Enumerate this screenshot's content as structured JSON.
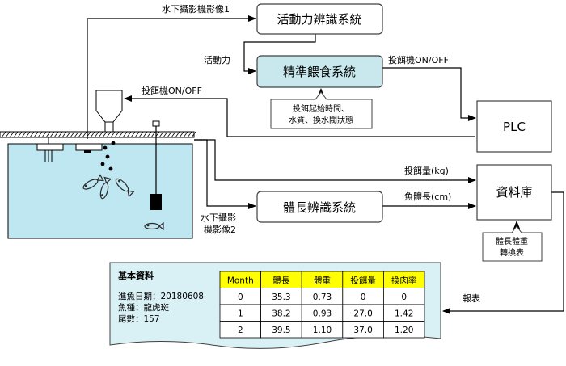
{
  "colors": {
    "water": "#bfe7f2",
    "feeder_box": "#c8e8ee",
    "table_header": "#ffff00",
    "report_card": "#d9f0f5",
    "line": "#000000",
    "box_stroke": "#404040",
    "fish_stroke": "#2b2b2b"
  },
  "labels": {
    "camera1": "水下攝影機影像1",
    "activity_system": "活動力辨識系統",
    "activity": "活動力",
    "precision_feeding": "精準餵食系統",
    "feeder_onoff_right": "投餌機ON/OFF",
    "feeder_onoff_left": "投餌機ON/OFF",
    "plc": "PLC",
    "callout_line1": "投餌起始時間、",
    "callout_line2": "水質、換水閥狀態",
    "feed_amount": "投餌量(kg)",
    "database": "資料庫",
    "body_length_system": "體長辨識系統",
    "fish_length": "魚體長(cm)",
    "camera2_line1": "水下攝影",
    "camera2_line2": "機影像2",
    "conversion_line1": "體長體重",
    "conversion_line2": "轉換表",
    "report": "報表"
  },
  "report": {
    "title": "基本資料",
    "lines": [
      "進魚日期：20180608",
      "魚種：龍虎斑",
      "尾數：157"
    ],
    "table": {
      "headers": [
        "Month",
        "體長",
        "體重",
        "投餌量",
        "換肉率"
      ],
      "rows": [
        [
          "0",
          "35.3",
          "0.73",
          "0",
          "0"
        ],
        [
          "1",
          "38.2",
          "0.93",
          "27.0",
          "1.42"
        ],
        [
          "2",
          "39.5",
          "1.10",
          "37.0",
          "1.20"
        ]
      ]
    }
  }
}
